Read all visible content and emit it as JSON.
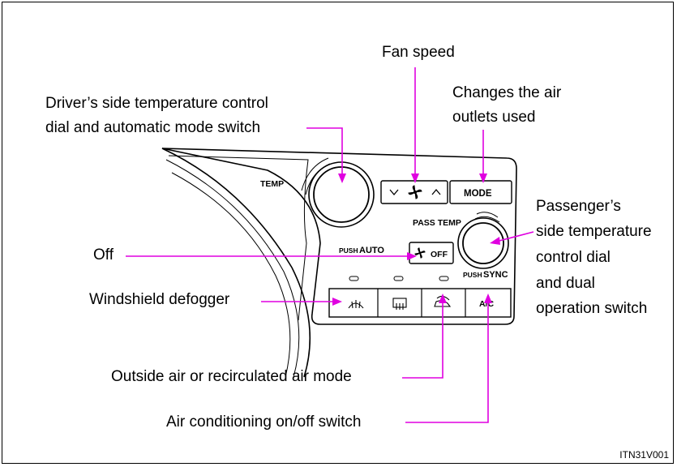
{
  "labels": {
    "fan_speed": "Fan speed",
    "mode_line1": "Changes the air",
    "mode_line2": "outlets used",
    "driver_line1": "Driver’s side temperature control",
    "driver_line2": "dial and automatic mode switch",
    "passenger_line1": "Passenger’s",
    "passenger_line2": "side temperature",
    "passenger_line3": "control dial",
    "passenger_line4": "and dual",
    "passenger_line5": "operation switch",
    "off": "Off",
    "defogger": "Windshield defogger",
    "outside_air": "Outside air or recirculated air mode",
    "ac_switch": "Air conditioning on/off switch"
  },
  "panel": {
    "temp": "TEMP",
    "mode_button": "MODE",
    "pass_temp": "PASS TEMP",
    "push_small": "PUSH",
    "auto": "AUTO",
    "sync": "SYNC",
    "off_button": "OFF",
    "ac_button": "A/C"
  },
  "figure_code": "ITN31V001",
  "colors": {
    "leader_line": "#e000e0",
    "panel_stroke": "#000000"
  },
  "icons": [
    "fan-icon",
    "front-defrost-icon",
    "rear-defrost-icon",
    "recirculation-car-icon",
    "chevron-down-icon",
    "chevron-up-icon"
  ]
}
